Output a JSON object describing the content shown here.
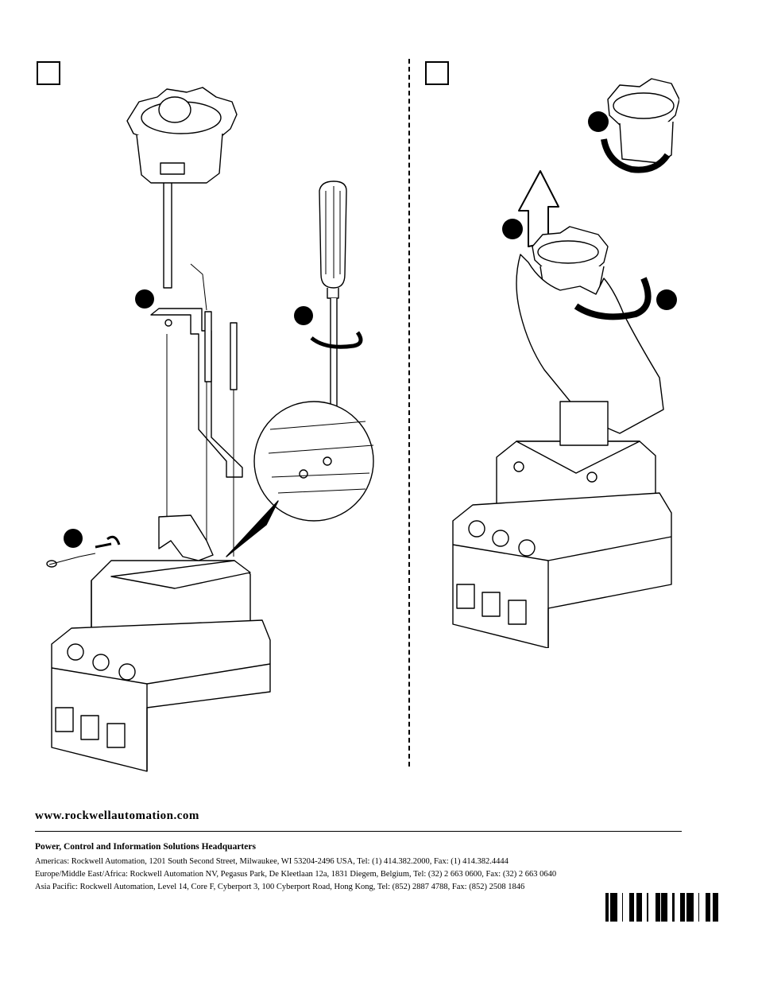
{
  "footer": {
    "url": "www.rockwellautomation.com",
    "hq_title": "Power, Control and Information Solutions Headquarters",
    "addresses": [
      "Americas: Rockwell Automation, 1201 South Second Street, Milwaukee, WI 53204-2496 USA, Tel: (1) 414.382.2000, Fax: (1) 414.382.4444",
      "Europe/Middle East/Africa: Rockwell Automation NV, Pegasus Park, De Kleetlaan 12a, 1831 Diegem, Belgium, Tel: (32) 2 663 0600, Fax: (32) 2 663 0640",
      "Asia Pacific: Rockwell Automation, Level 14, Core F, Cyberport 3, 100 Cyberport Road, Hong Kong, Tel: (852) 2887 4788, Fax: (852) 2508 1846"
    ]
  },
  "icons": {
    "step_marker": "filled-circle-icon",
    "rotate_arrow": "rotate-arrow-icon",
    "lift_arrow": "up-arrow-icon"
  },
  "colors": {
    "ink": "#000000",
    "paper": "#ffffff",
    "grey": "#9a9a9a"
  }
}
